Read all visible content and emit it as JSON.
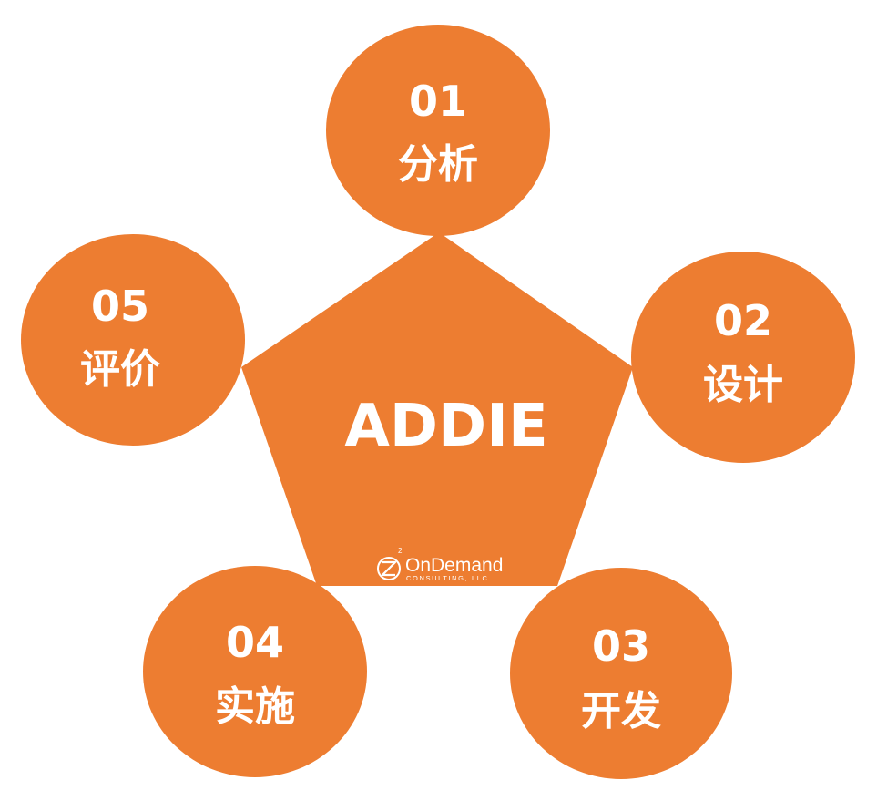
{
  "colors": {
    "accent": "#ED7D31",
    "text": "#FFFFFF",
    "background": "#FFFFFF"
  },
  "center": {
    "title": "ADDIE",
    "logo": {
      "name": "OnDemand",
      "subtitle": "CONSULTING, LLC."
    }
  },
  "steps": [
    {
      "number": "01",
      "label": "分析"
    },
    {
      "number": "02",
      "label": "设计"
    },
    {
      "number": "03",
      "label": "开发"
    },
    {
      "number": "04",
      "label": "实施"
    },
    {
      "number": "05",
      "label": "评价"
    }
  ]
}
